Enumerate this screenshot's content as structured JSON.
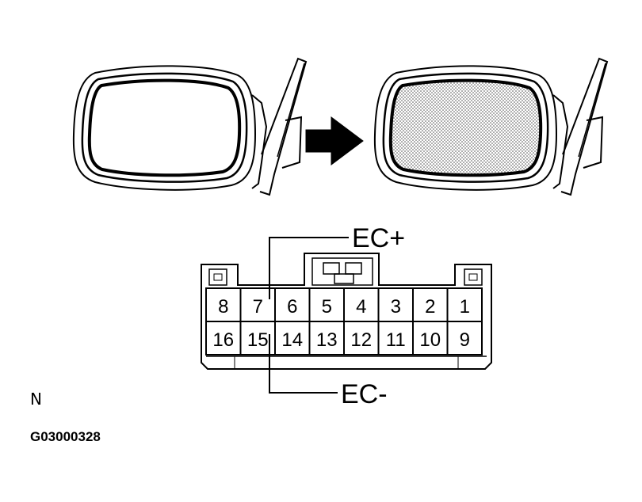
{
  "callouts": {
    "ec_plus": "EC+",
    "ec_minus": "EC-"
  },
  "connector": {
    "top_row": [
      "8",
      "7",
      "6",
      "5",
      "4",
      "3",
      "2",
      "1"
    ],
    "bottom_row": [
      "16",
      "15",
      "14",
      "13",
      "12",
      "11",
      "10",
      "9"
    ]
  },
  "orientation_mark": "N",
  "figure_id": "G03000328"
}
